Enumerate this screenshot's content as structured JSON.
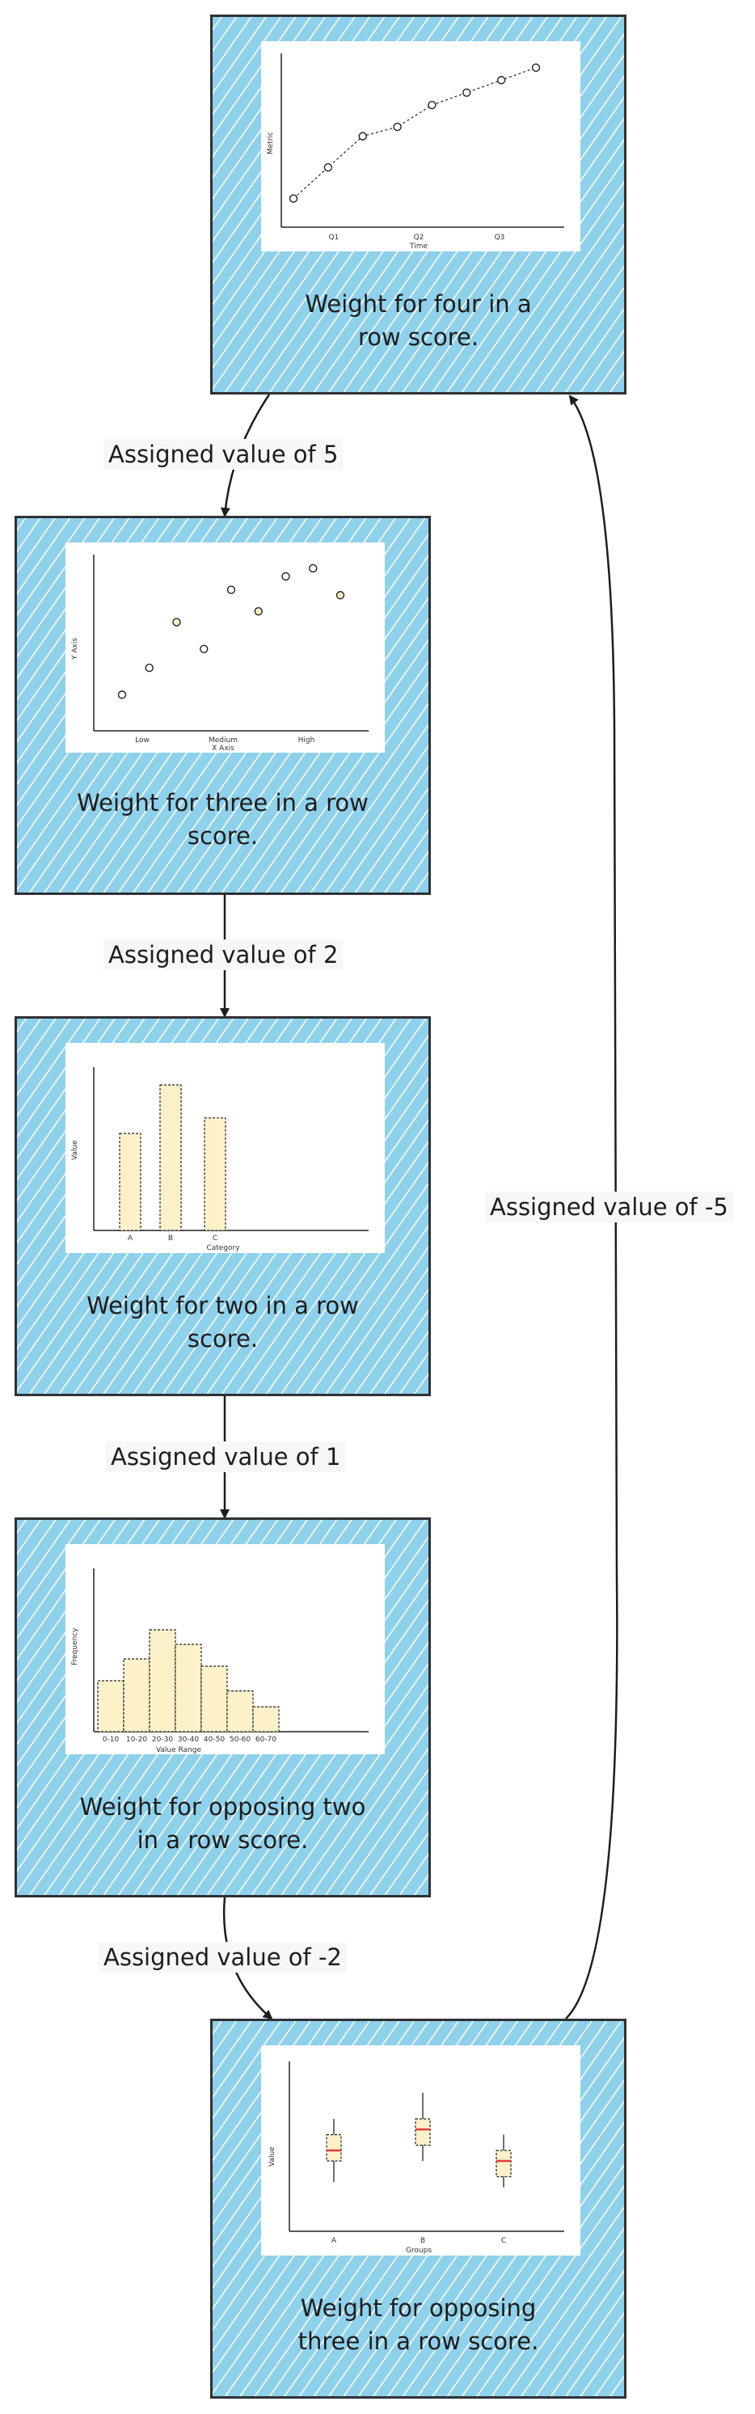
{
  "nodes": {
    "four": {
      "caption": "Weight for four in a row score."
    },
    "three": {
      "caption": "Weight for three in a row score."
    },
    "two": {
      "caption": "Weight for two in a row score."
    },
    "opp_two": {
      "caption": "Weight for opposing two in a row score."
    },
    "opp_three": {
      "caption": "Weight for opposing three in a row score."
    }
  },
  "edges": {
    "four_to_three": "Assigned value of 5",
    "three_to_two": "Assigned value of 2",
    "two_to_opp_two": "Assigned value of 1",
    "opp_two_to_opp_three": "Assigned value of -2",
    "opp_three_to_four": "Assigned value of -5"
  },
  "colors": {
    "node_fill": "#8fd0ea",
    "node_border": "#2f3135",
    "mark_fill": "#fdf1c9",
    "median_line": "#e53935"
  },
  "chart_data": [
    {
      "type": "line",
      "x": [
        "Q1",
        "",
        "Q2",
        "",
        "Q3"
      ],
      "ylabel": "Metric",
      "xlabel": "Time",
      "tick_labels": [
        "Q1",
        "Q2",
        "Q3"
      ],
      "values": [
        1,
        2,
        3,
        3.3,
        4,
        4.4,
        4.8,
        5.2
      ]
    },
    {
      "type": "scatter",
      "xlabel": "X Axis",
      "ylabel": "Y Axis",
      "tick_labels": [
        "Low",
        "Medium",
        "High"
      ],
      "values": [
        1,
        2,
        3.7,
        2.7,
        4.9,
        4.1,
        5.4,
        5.7,
        4.7
      ]
    },
    {
      "type": "bar",
      "categories": [
        "A",
        "B",
        "C"
      ],
      "values": [
        5,
        7.5,
        5.8
      ],
      "xlabel": "Category",
      "ylabel": "Value"
    },
    {
      "type": "bar",
      "categories": [
        "0-10",
        "10-20",
        "20-30",
        "30-40",
        "40-50",
        "50-60",
        "60-70"
      ],
      "values": [
        3.5,
        5,
        7,
        6,
        4.5,
        2.8,
        1.7
      ],
      "xlabel": "Value Range",
      "ylabel": "Frequency"
    },
    {
      "type": "box",
      "categories": [
        "A",
        "B",
        "C"
      ],
      "boxes": [
        {
          "q1": 3,
          "median": 4,
          "q3": 5.5,
          "min": 1,
          "max": 7
        },
        {
          "q1": 4.5,
          "median": 6,
          "q3": 7,
          "min": 3,
          "max": 9.5
        },
        {
          "q1": 1.5,
          "median": 3,
          "q3": 4,
          "min": 0.5,
          "max": 5.5
        }
      ],
      "xlabel": "Groups",
      "ylabel": "Value"
    }
  ]
}
